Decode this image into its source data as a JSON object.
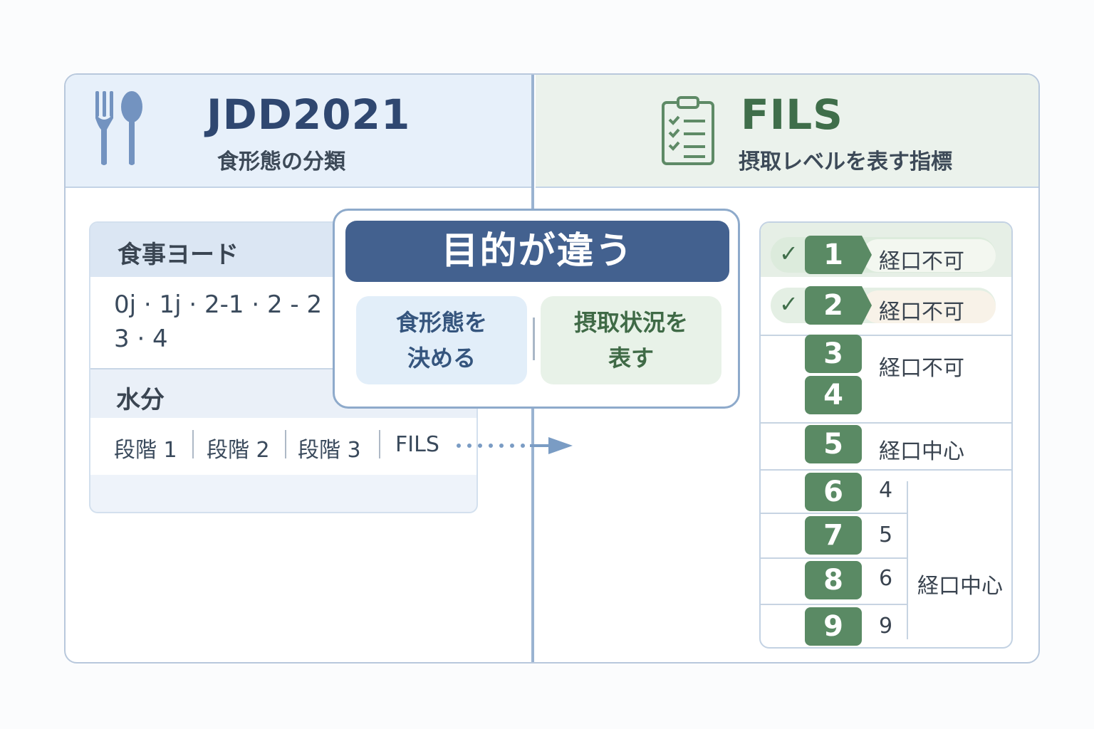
{
  "left_header": {
    "title": "JDD2021",
    "subtitle": "食形態の分類",
    "icon": "fork-spoon-icon"
  },
  "right_header": {
    "title": "FILS",
    "subtitle": "摂取レベルを表す指標",
    "icon": "clipboard-checklist-icon"
  },
  "left_card": {
    "meal_code_label": "食事ヨード",
    "codes_line1": "0j · 1j · 2-1 · 2 - 2",
    "codes_line2": "3 · 4",
    "water_label": "水分",
    "stages": [
      "段階 1",
      "段階 2",
      "段階 3",
      "FILS"
    ]
  },
  "center": {
    "banner": "目的が違う",
    "left_line1": "食形態を",
    "left_line2": "決める",
    "right_line1": "摂取状況を",
    "right_line2": "表す"
  },
  "fils_table": {
    "rows": [
      {
        "level": "1",
        "label": "経口不可",
        "checked": true
      },
      {
        "level": "2",
        "label": "経口不可",
        "checked": true
      },
      {
        "level": "3",
        "label": "経口不可"
      },
      {
        "level": "4",
        "label": ""
      },
      {
        "level": "5",
        "label": "経口中心"
      },
      {
        "level": "6",
        "label": "4"
      },
      {
        "level": "7",
        "label": "5"
      },
      {
        "level": "8",
        "label": "6"
      },
      {
        "level": "9",
        "label": "9"
      }
    ],
    "group_label": "経口中心"
  },
  "colors": {
    "navy": "#2f4770",
    "green": "#3f6e4a",
    "banner": "#43618f",
    "level_badge": "#5a8a64"
  }
}
